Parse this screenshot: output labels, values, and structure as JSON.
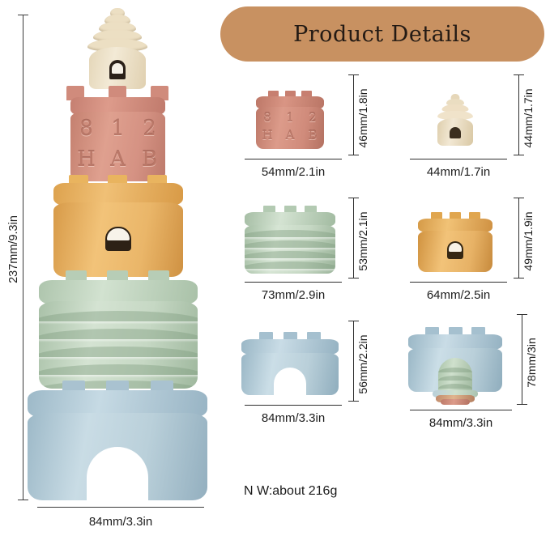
{
  "header": {
    "title": "Product Details",
    "pill_color": "#c89161"
  },
  "assembled_tower": {
    "height_label": "237mm/9.3in",
    "width_label": "84mm/3.3in",
    "embossed_top_row": [
      "8",
      "1",
      "2"
    ],
    "embossed_bottom_row": [
      "H",
      "A",
      "B"
    ],
    "segments": [
      {
        "name": "cone-turret",
        "color": "#ecdfc3"
      },
      {
        "name": "numbered-ring",
        "color": "#d59283"
      },
      {
        "name": "window-ring",
        "color": "#eab669"
      },
      {
        "name": "wave-ring",
        "color": "#c6d8c4"
      },
      {
        "name": "door-base",
        "color": "#bad0da"
      }
    ]
  },
  "parts": [
    {
      "name": "numbered-ring",
      "color": "#cf8475",
      "height_label": "46mm/1.8in",
      "width_label": "54mm/2.1in",
      "emboss_top": [
        "8",
        "1",
        "2"
      ],
      "emboss_bottom": [
        "H",
        "A",
        "B"
      ]
    },
    {
      "name": "cone-turret",
      "color": "#ecdfc3",
      "height_label": "44mm/1.7in",
      "width_label": "44mm/1.7in"
    },
    {
      "name": "wave-ring",
      "color": "#c6d8c4",
      "height_label": "53mm/2.1in",
      "width_label": "73mm/2.9in"
    },
    {
      "name": "window-ring",
      "color": "#eab669",
      "height_label": "49mm/1.9in",
      "width_label": "64mm/2.5in"
    },
    {
      "name": "door-base",
      "color": "#bad0da",
      "height_label": "56mm/2.2in",
      "width_label": "84mm/3.3in"
    },
    {
      "name": "nested-stack",
      "color": "#bad0da",
      "height_label": "78mm/3in",
      "width_label": "84mm/3.3in"
    }
  ],
  "weight": {
    "label": "N W:about 216g"
  }
}
